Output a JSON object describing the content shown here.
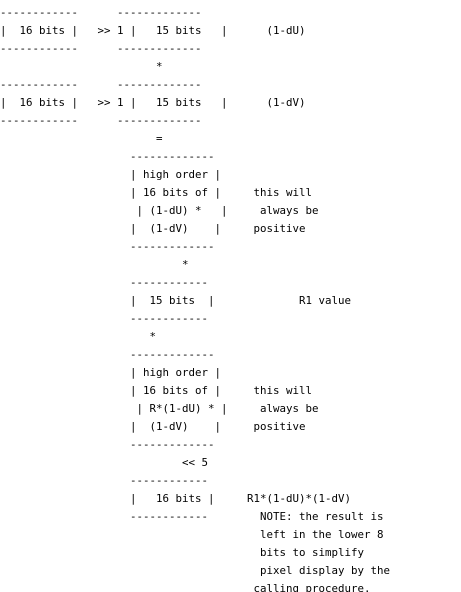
{
  "lines": [
    "------------      -------------",
    "|  16 bits |   >> 1 |   15 bits   |      (1-dU)",
    "------------      -------------",
    "                        *",
    "------------      -------------",
    "|  16 bits |   >> 1 |   15 bits   |      (1-dV)",
    "------------      -------------",
    "                        =",
    "                    -------------",
    "                    | high order |",
    "                    | 16 bits of |     this will",
    "                     | (1-dU) *   |     always be",
    "                    |  (1-dV)    |     positive",
    "                    -------------",
    "                            *",
    "                    ------------",
    "                    |  15 bits  |             R1 value",
    "                    ------------",
    "                       *",
    "                    -------------",
    "                    | high order |",
    "                    | 16 bits of |     this will",
    "                     | R*(1-dU) * |     always be",
    "                    |  (1-dV)    |     positive",
    "                    -------------",
    "                            << 5",
    "                    ------------",
    "                    |   16 bits |     R1*(1-dU)*(1-dV)",
    "                    ------------        NOTE: the result is",
    "                                        left in the lower 8",
    "                                        bits to simplify",
    "                                        pixel display by the",
    "                                       calling procedure."
  ]
}
